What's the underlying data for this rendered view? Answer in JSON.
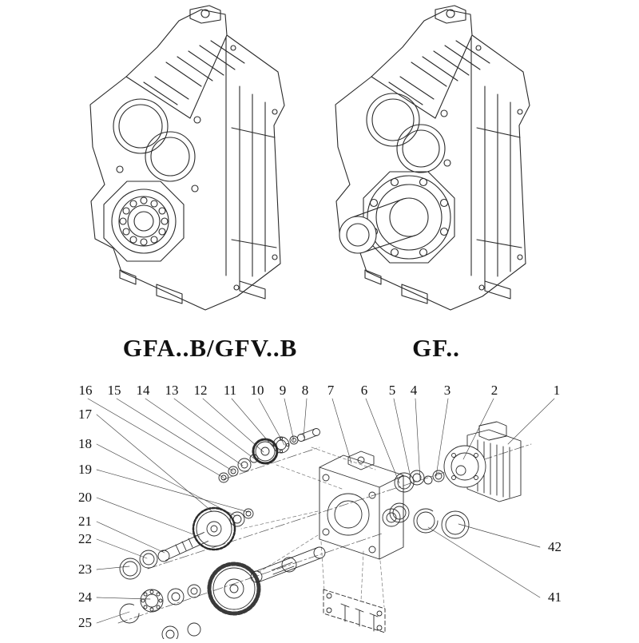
{
  "page": {
    "background": "#ffffff",
    "line_color": "#2a2a2a"
  },
  "figures": {
    "left_label": "GFA..B/GFV..B",
    "right_label": "GF.."
  },
  "exploded": {
    "top_numbers": [
      "16",
      "15",
      "14",
      "13",
      "12",
      "11",
      "10",
      "9",
      "8",
      "7",
      "6",
      "5",
      "4",
      "3",
      "2",
      "1"
    ],
    "left_numbers": [
      "17",
      "18",
      "19",
      "20",
      "21",
      "22",
      "23",
      "24",
      "25"
    ],
    "right_numbers": [
      "42",
      "41"
    ]
  }
}
